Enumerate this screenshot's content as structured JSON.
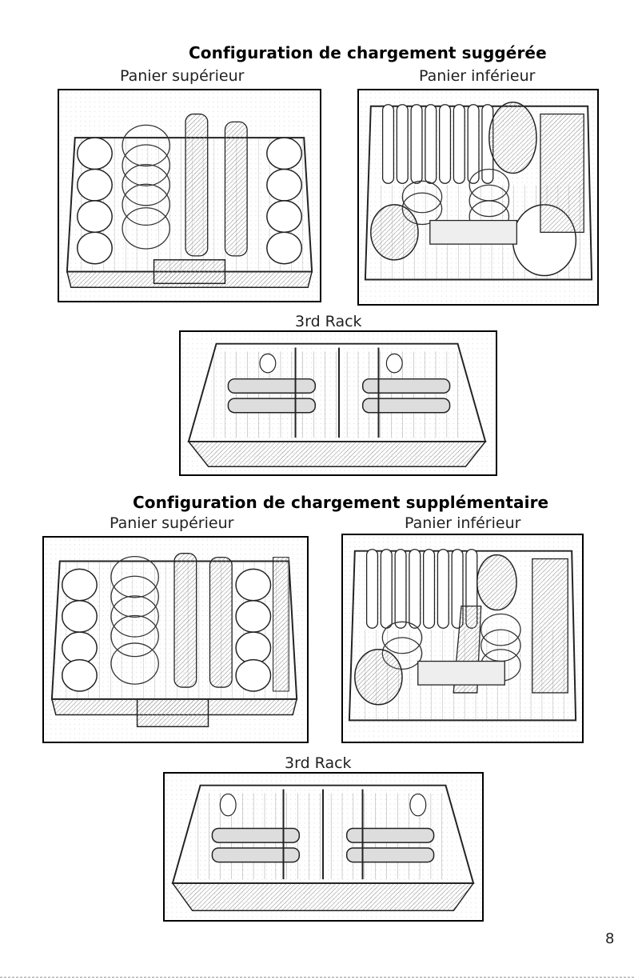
{
  "section1": {
    "title": "Configuration de chargement suggérée",
    "upper_label": "Panier supérieur",
    "lower_label": "Panier inférieur",
    "third_label": "3rd Rack"
  },
  "section2": {
    "title": "Configuration de chargement supplémentaire",
    "upper_label": "Panier supérieur",
    "lower_label": "Panier inférieur",
    "third_label": "3rd Rack"
  },
  "page_number": "8"
}
